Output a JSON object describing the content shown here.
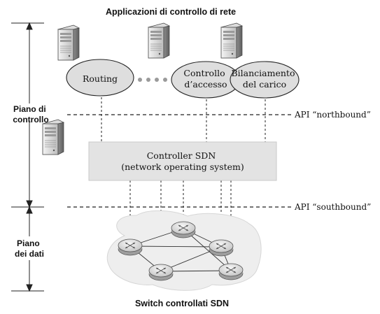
{
  "top_title": "Applicazioni di controllo di rete",
  "apps": [
    {
      "lines": [
        "Routing"
      ]
    },
    {
      "lines": [
        "Controllo",
        "d’accesso"
      ]
    },
    {
      "lines": [
        "Bilanciamento",
        "del carico"
      ]
    }
  ],
  "control_plane_label": [
    "Piano di",
    "controllo"
  ],
  "data_plane_label": [
    "Piano",
    "dei dati"
  ],
  "northbound_api": "API “northbound”",
  "southbound_api": "API “southbound”",
  "controller": {
    "line1": "Controller SDN",
    "line2": "(network operating system)"
  },
  "bottom_title": "Switch controllati SDN",
  "icons": [
    "server-icon",
    "router-icon"
  ],
  "colors": {
    "ellipse_fill": "#dedede",
    "controller_fill": "#e3e3e3",
    "cloud_fill": "#eeeeee",
    "router_fill": "#dcdcdc",
    "line": "#222222"
  }
}
